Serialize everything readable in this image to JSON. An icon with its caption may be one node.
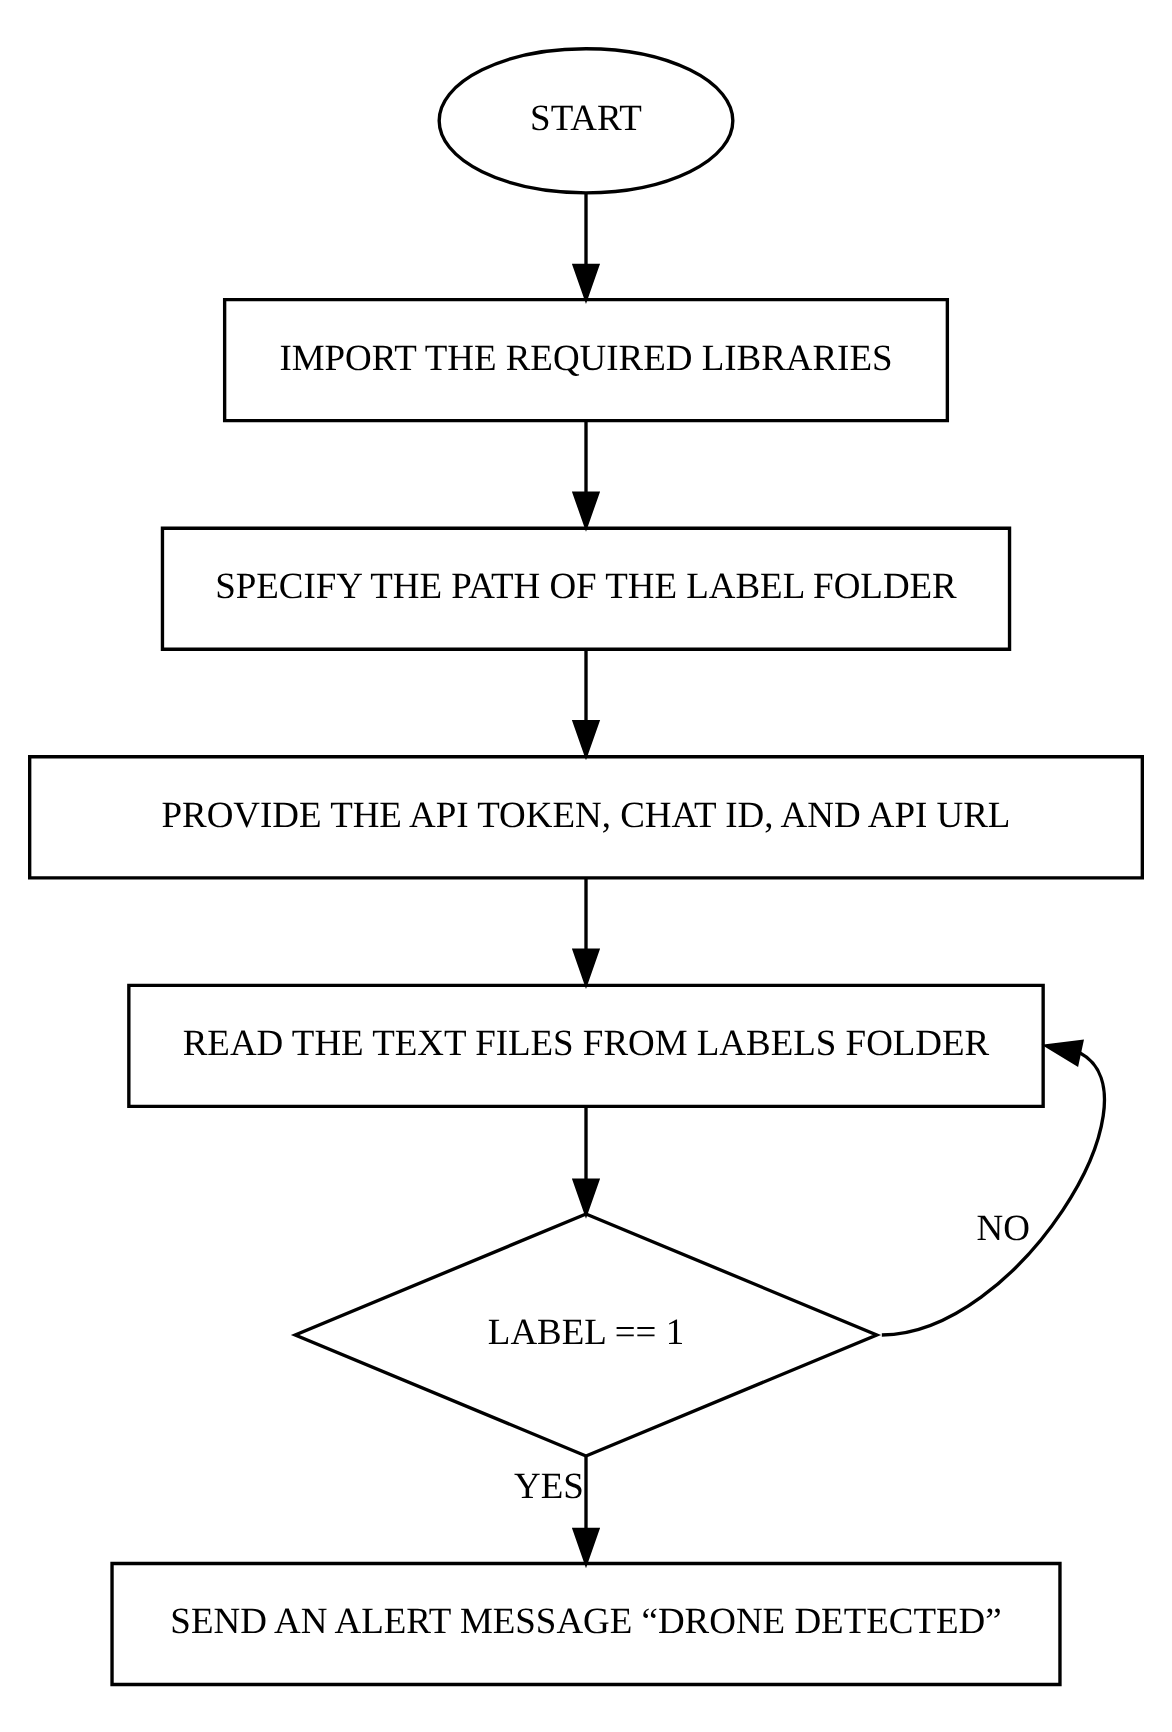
{
  "diagram": {
    "nodes": [
      {
        "text": [
          "START"
        ]
      },
      {
        "text": [
          "IMPORT THE REQUIRED LIBRARIES"
        ]
      },
      {
        "text": [
          "SPECIFY THE PATH OF THE LABEL FOLDER"
        ]
      },
      {
        "text": [
          "PROVIDE THE API TOKEN, CHAT ID, AND API URL"
        ]
      },
      {
        "text": [
          "READ THE TEXT FILES FROM LABELS FOLDER"
        ]
      },
      {
        "text": [
          "LABEL == 1"
        ]
      },
      {
        "text": [
          "SEND AN ALERT MESSAGE “DRONE DETECTED”"
        ]
      }
    ],
    "edges": [
      {
        "from": 0,
        "to": 1,
        "arrow": "to"
      },
      {
        "from": 1,
        "to": 2,
        "arrow": "to"
      },
      {
        "from": 2,
        "to": 3,
        "arrow": "to"
      },
      {
        "from": 3,
        "to": 4,
        "arrow": "to"
      },
      {
        "from": 4,
        "to": 5,
        "arrow": "to"
      },
      {
        "from": 5,
        "to": 6,
        "label": "YES",
        "arrow": "to"
      },
      {
        "from": 5,
        "to": 4,
        "label": "NO",
        "arrow": "to"
      }
    ]
  }
}
